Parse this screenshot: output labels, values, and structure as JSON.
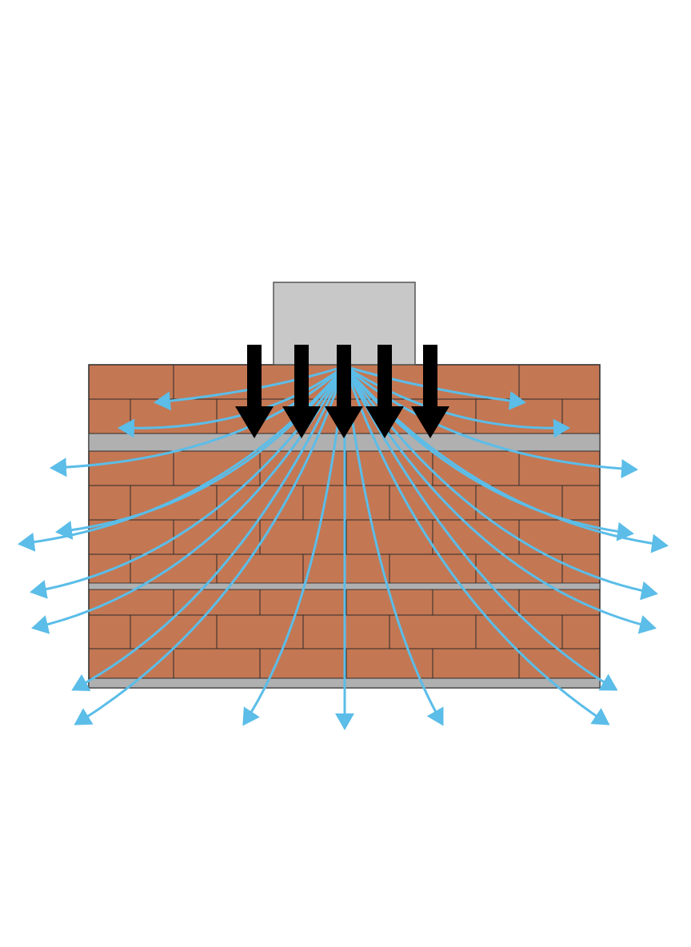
{
  "diagram": {
    "colors": {
      "background": "#ffffff",
      "brick": "#c47753",
      "mortar_line": "#2b2b2b",
      "bond_beam": "#b0b0b0",
      "load_block": "#c8c8c8",
      "load_block_edge": "#555555",
      "load_arrow": "#000000",
      "stress_flow": "#5bbde8"
    },
    "components": [
      {
        "name": "load-block",
        "kind": "bearing plate / concentrated load element"
      },
      {
        "name": "masonry-wall",
        "kind": "brick wall in running bond"
      },
      {
        "name": "bond-beams",
        "kind": "grey horizontal courses",
        "count": 3
      },
      {
        "name": "load-arrows",
        "kind": "downward black arrows",
        "count": 5
      },
      {
        "name": "stress-flow-lines",
        "kind": "blue curved arrows spreading from load point",
        "count": 20
      }
    ]
  }
}
